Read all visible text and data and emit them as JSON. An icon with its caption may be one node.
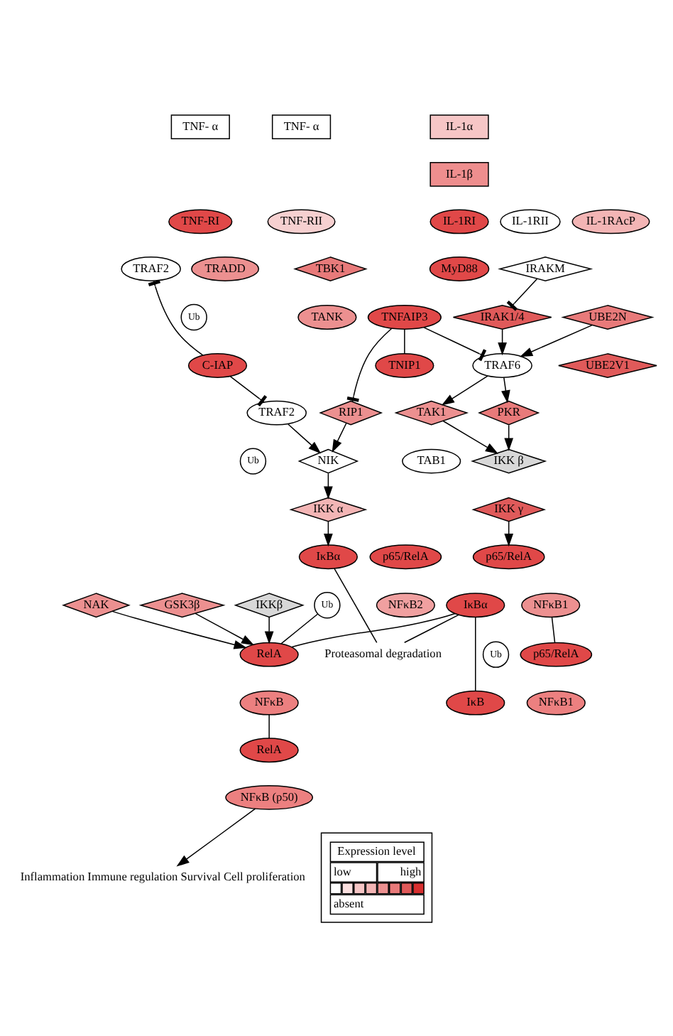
{
  "diagram": {
    "nodes": [
      {
        "text": [
          "IL-1α"
        ]
      },
      {
        "text": [
          "IL-1β"
        ]
      },
      {
        "text": [
          "IL-1RII"
        ]
      },
      {
        "text": [
          "IL-1RI"
        ]
      },
      {
        "text": [
          "IL-1RAcP"
        ]
      },
      {
        "text": [
          "TNF- α"
        ]
      },
      {
        "text": [
          "TNF-RI"
        ]
      },
      {
        "text": [
          "TNF- α"
        ]
      },
      {
        "text": [
          "TNF-RII"
        ]
      },
      {
        "text": [
          "MyD88"
        ]
      },
      {
        "text": [
          "TRADD"
        ]
      },
      {
        "text": [
          "TRAF2"
        ]
      },
      {
        "text": [
          "TBK1"
        ]
      },
      {
        "text": [
          "TRAF2"
        ]
      },
      {
        "text": [
          "IRAKM"
        ]
      },
      {
        "text": [
          "IRAK1/4"
        ]
      },
      {
        "text": [
          "RIP1"
        ]
      },
      {
        "text": [
          "TANK"
        ]
      },
      {
        "text": [
          "TNFAIP3"
        ]
      },
      {
        "text": [
          "TNIP1"
        ]
      },
      {
        "text": [
          "Ub"
        ]
      },
      {
        "text": [
          "Ub"
        ]
      },
      {
        "text": [
          "C-IAP"
        ]
      },
      {
        "text": [
          "UBE2N"
        ]
      },
      {
        "text": [
          "TRAF6"
        ]
      },
      {
        "text": [
          "UBE2V1"
        ]
      },
      {
        "text": [
          "PKR"
        ]
      },
      {
        "text": [
          "TAK1"
        ]
      },
      {
        "text": [
          "TAB1"
        ]
      },
      {
        "text": [
          "NIK"
        ]
      },
      {
        "text": [
          "IKK β"
        ]
      },
      {
        "text": [
          "IKK α"
        ]
      },
      {
        "text": [
          "IKK γ"
        ]
      },
      {
        "text": [
          "IκBα"
        ]
      },
      {
        "text": [
          "p65/RelA"
        ]
      },
      {
        "text": [
          "Ub"
        ]
      },
      {
        "text": [
          "NFκB2"
        ]
      },
      {
        "text": [
          "Proteasomal degradation"
        ]
      },
      {
        "text": [
          "p65/RelA"
        ]
      },
      {
        "text": [
          "IκBα"
        ]
      },
      {
        "text": [
          "Ub"
        ]
      },
      {
        "text": [
          "NFκB1"
        ]
      },
      {
        "text": [
          "IKKβ"
        ]
      },
      {
        "text": [
          "NAK"
        ]
      },
      {
        "text": [
          "GSK3β"
        ]
      },
      {
        "text": [
          "RelA"
        ]
      },
      {
        "text": [
          "NFκB"
        ]
      },
      {
        "text": [
          "p65/RelA"
        ]
      },
      {
        "text": [
          "IκB"
        ]
      },
      {
        "text": [
          "NFκB1"
        ]
      },
      {
        "text": [
          "RelA"
        ]
      },
      {
        "text": [
          "NFκB (p50)"
        ]
      },
      {
        "text": [
          "Inflammation Immune regulation Survival Cell proliferation"
        ]
      }
    ],
    "edges": [
      {
        "from": 14,
        "to": 15,
        "arrow": "other"
      },
      {
        "from": 15,
        "to": 24,
        "arrow": "to"
      },
      {
        "from": 18,
        "to": 24,
        "arrow": "other"
      },
      {
        "from": 18,
        "to": 19,
        "arrow": "none"
      },
      {
        "from": 18,
        "to": 16,
        "arrow": "other"
      },
      {
        "from": 22,
        "to": 11,
        "arrow": "other"
      },
      {
        "from": 22,
        "to": 13,
        "arrow": "other"
      },
      {
        "from": 23,
        "to": 24,
        "arrow": "to"
      },
      {
        "from": 24,
        "to": 27,
        "arrow": "to"
      },
      {
        "from": 24,
        "to": 26,
        "arrow": "to"
      },
      {
        "from": 26,
        "to": 30,
        "arrow": "to"
      },
      {
        "from": 27,
        "to": 30,
        "arrow": "to"
      },
      {
        "from": 16,
        "to": 29,
        "arrow": "to"
      },
      {
        "from": 13,
        "to": 29,
        "arrow": "to"
      },
      {
        "from": 29,
        "to": 31,
        "arrow": "to"
      },
      {
        "from": 31,
        "to": 33,
        "arrow": "to"
      },
      {
        "from": 32,
        "to": 38,
        "arrow": "to"
      },
      {
        "from": 33,
        "to": 37,
        "arrow": "none"
      },
      {
        "from": 39,
        "to": 37,
        "arrow": "none"
      },
      {
        "from": 39,
        "to": 45,
        "arrow": "none"
      },
      {
        "from": 35,
        "to": 45,
        "arrow": "none"
      },
      {
        "from": 42,
        "to": 45,
        "arrow": "to"
      },
      {
        "from": 43,
        "to": 45,
        "arrow": "to"
      },
      {
        "from": 44,
        "to": 45,
        "arrow": "to"
      },
      {
        "from": 41,
        "to": 47,
        "arrow": "none"
      },
      {
        "from": 39,
        "to": 48,
        "arrow": "none"
      },
      {
        "from": 46,
        "to": 50,
        "arrow": "none"
      },
      {
        "from": 51,
        "to": 52,
        "arrow": "to"
      }
    ],
    "labels": [
      "Expression level",
      "low",
      "high",
      "absent"
    ]
  }
}
